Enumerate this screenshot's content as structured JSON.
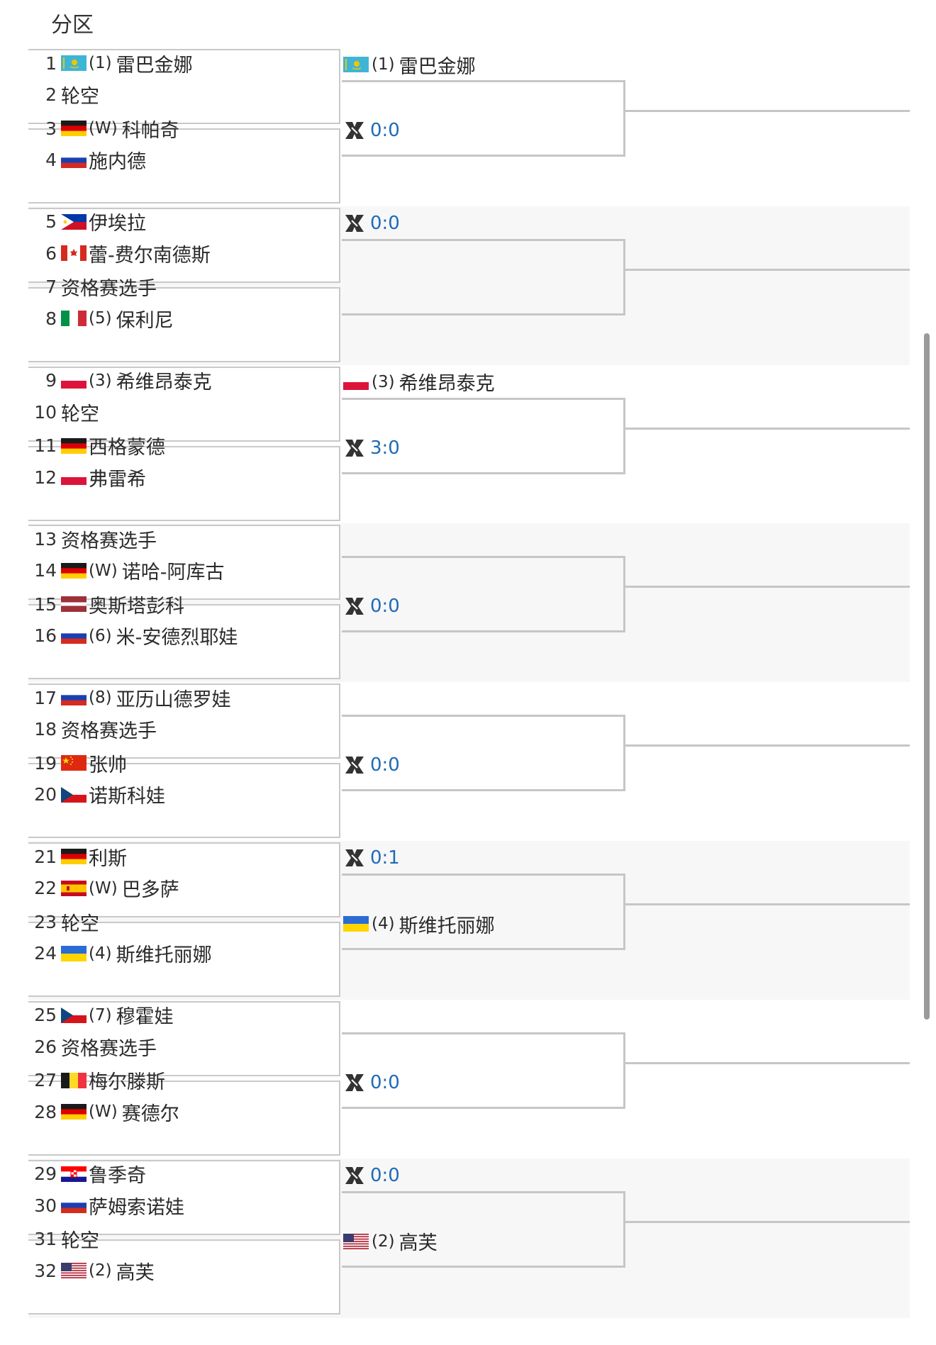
{
  "title": "分区",
  "colors": {
    "score": "#1f6bb5",
    "line": "#c6c6c6",
    "band": "#f7f7f8"
  },
  "players": [
    {
      "num": "1",
      "flag": "KAZ",
      "seed": "(1)",
      "name": "雷巴金娜"
    },
    {
      "num": "2",
      "flag": "",
      "seed": "",
      "name": "轮空"
    },
    {
      "num": "3",
      "flag": "GER",
      "seed": "(W)",
      "name": "科帕奇"
    },
    {
      "num": "4",
      "flag": "RUS",
      "seed": "",
      "name": "施内德"
    },
    {
      "num": "5",
      "flag": "PHI",
      "seed": "",
      "name": "伊埃拉"
    },
    {
      "num": "6",
      "flag": "CAN",
      "seed": "",
      "name": "蕾-费尔南德斯"
    },
    {
      "num": "7",
      "flag": "",
      "seed": "",
      "name": "资格赛选手"
    },
    {
      "num": "8",
      "flag": "ITA",
      "seed": "(5)",
      "name": "保利尼"
    },
    {
      "num": "9",
      "flag": "POL",
      "seed": "(3)",
      "name": "希维昂泰克"
    },
    {
      "num": "10",
      "flag": "",
      "seed": "",
      "name": "轮空"
    },
    {
      "num": "11",
      "flag": "GER",
      "seed": "",
      "name": "西格蒙德"
    },
    {
      "num": "12",
      "flag": "POL",
      "seed": "",
      "name": "弗雷希"
    },
    {
      "num": "13",
      "flag": "",
      "seed": "",
      "name": "资格赛选手"
    },
    {
      "num": "14",
      "flag": "GER",
      "seed": "(W)",
      "name": "诺哈-阿库古"
    },
    {
      "num": "15",
      "flag": "LAT",
      "seed": "",
      "name": "奥斯塔彭科"
    },
    {
      "num": "16",
      "flag": "RUS",
      "seed": "(6)",
      "name": "米-安德烈耶娃"
    },
    {
      "num": "17",
      "flag": "RUS",
      "seed": "(8)",
      "name": "亚历山德罗娃"
    },
    {
      "num": "18",
      "flag": "",
      "seed": "",
      "name": "资格赛选手"
    },
    {
      "num": "19",
      "flag": "CHN",
      "seed": "",
      "name": "张帅"
    },
    {
      "num": "20",
      "flag": "CZE",
      "seed": "",
      "name": "诺斯科娃"
    },
    {
      "num": "21",
      "flag": "GER",
      "seed": "",
      "name": "利斯"
    },
    {
      "num": "22",
      "flag": "ESP",
      "seed": "(W)",
      "name": "巴多萨"
    },
    {
      "num": "23",
      "flag": "",
      "seed": "",
      "name": "轮空"
    },
    {
      "num": "24",
      "flag": "UKR",
      "seed": "(4)",
      "name": "斯维托丽娜"
    },
    {
      "num": "25",
      "flag": "CZE",
      "seed": "(7)",
      "name": "穆霍娃"
    },
    {
      "num": "26",
      "flag": "",
      "seed": "",
      "name": "资格赛选手"
    },
    {
      "num": "27",
      "flag": "BEL",
      "seed": "",
      "name": "梅尔滕斯"
    },
    {
      "num": "28",
      "flag": "GER",
      "seed": "(W)",
      "name": "赛德尔"
    },
    {
      "num": "29",
      "flag": "CRO",
      "seed": "",
      "name": "鲁季奇"
    },
    {
      "num": "30",
      "flag": "RUS",
      "seed": "",
      "name": "萨姆索诺娃"
    },
    {
      "num": "31",
      "flag": "",
      "seed": "",
      "name": "轮空"
    },
    {
      "num": "32",
      "flag": "USA",
      "seed": "(2)",
      "name": "高芙"
    }
  ],
  "round2": [
    {
      "top": {
        "type": "player",
        "flag": "KAZ",
        "seed": "(1)",
        "name": "雷巴金娜"
      },
      "bottom": {
        "type": "h2h",
        "score": "0:0"
      }
    },
    {
      "top": {
        "type": "h2h",
        "score": "0:0"
      },
      "bottom": null
    },
    {
      "top": {
        "type": "player",
        "flag": "POL",
        "seed": "(3)",
        "name": "希维昂泰克"
      },
      "bottom": {
        "type": "h2h",
        "score": "3:0"
      }
    },
    {
      "top": null,
      "bottom": {
        "type": "h2h",
        "score": "0:0"
      }
    },
    {
      "top": null,
      "bottom": {
        "type": "h2h",
        "score": "0:0"
      }
    },
    {
      "top": {
        "type": "h2h",
        "score": "0:1"
      },
      "bottom": {
        "type": "player",
        "flag": "UKR",
        "seed": "(4)",
        "name": "斯维托丽娜"
      }
    },
    {
      "top": null,
      "bottom": {
        "type": "h2h",
        "score": "0:0"
      }
    },
    {
      "top": {
        "type": "h2h",
        "score": "0:0"
      },
      "bottom": {
        "type": "player",
        "flag": "USA",
        "seed": "(2)",
        "name": "高芙"
      }
    }
  ]
}
